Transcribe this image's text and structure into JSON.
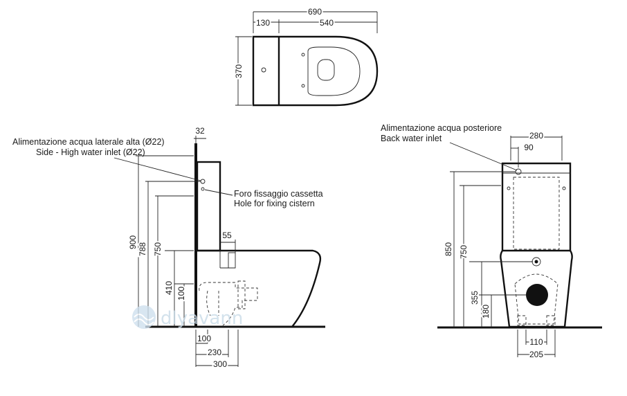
{
  "top_view": {
    "dims": {
      "overall_length": "690",
      "cistern_depth": "130",
      "bowl_length": "540",
      "width": "370"
    }
  },
  "side_view": {
    "inlet_note_it": "Alimentazione acqua laterale alta (Ø22)",
    "inlet_note_en": "Side - High water inlet (Ø22)",
    "fixing_note_it": "Foro fissaggio cassetta",
    "fixing_note_en": "Hole for fixing cistern",
    "dims": {
      "gap_to_wall": "32",
      "total_height": "900",
      "inlet_height": "788",
      "pan_height": "750",
      "outlet_height": "410",
      "outlet_center": "100",
      "inlet_projection": "55",
      "base_offset": "100",
      "floor_outlet": "230",
      "outlet_depth": "300"
    }
  },
  "front_view": {
    "inlet_note_it": "Alimentazione acqua posteriore",
    "inlet_note_en": "Back water inlet",
    "dims": {
      "cistern_width": "280",
      "inlet_offset": "90",
      "total_height": "850",
      "pan_height": "750",
      "outlet_height": "355",
      "base_height": "180",
      "fixing_spacing": "110",
      "base_width": "205"
    }
  },
  "watermark": {
    "text": "dlyavann"
  }
}
